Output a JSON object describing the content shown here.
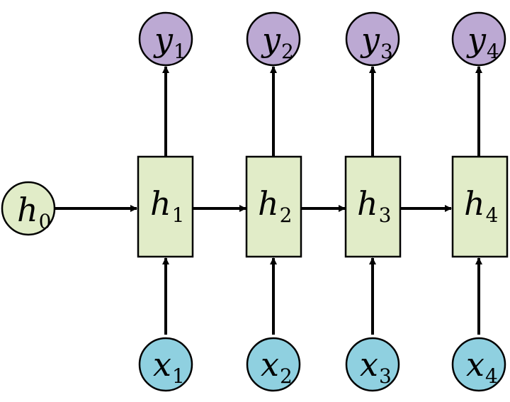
{
  "colors": {
    "output_node": "#bca9d3",
    "input_node": "#8fd0e0",
    "hidden_cell": "#e1ecc8",
    "stroke": "#000000"
  },
  "initial_state": {
    "var": "h",
    "sub": "0"
  },
  "cells": [
    {
      "hidden": {
        "var": "h",
        "sub": "1"
      },
      "output": {
        "var": "y",
        "sub": "1"
      },
      "input": {
        "var": "x",
        "sub": "1"
      }
    },
    {
      "hidden": {
        "var": "h",
        "sub": "2"
      },
      "output": {
        "var": "y",
        "sub": "2"
      },
      "input": {
        "var": "x",
        "sub": "2"
      }
    },
    {
      "hidden": {
        "var": "h",
        "sub": "3"
      },
      "output": {
        "var": "y",
        "sub": "3"
      },
      "input": {
        "var": "x",
        "sub": "3"
      }
    },
    {
      "hidden": {
        "var": "h",
        "sub": "4"
      },
      "output": {
        "var": "y",
        "sub": "4"
      },
      "input": {
        "var": "x",
        "sub": "4"
      }
    }
  ]
}
